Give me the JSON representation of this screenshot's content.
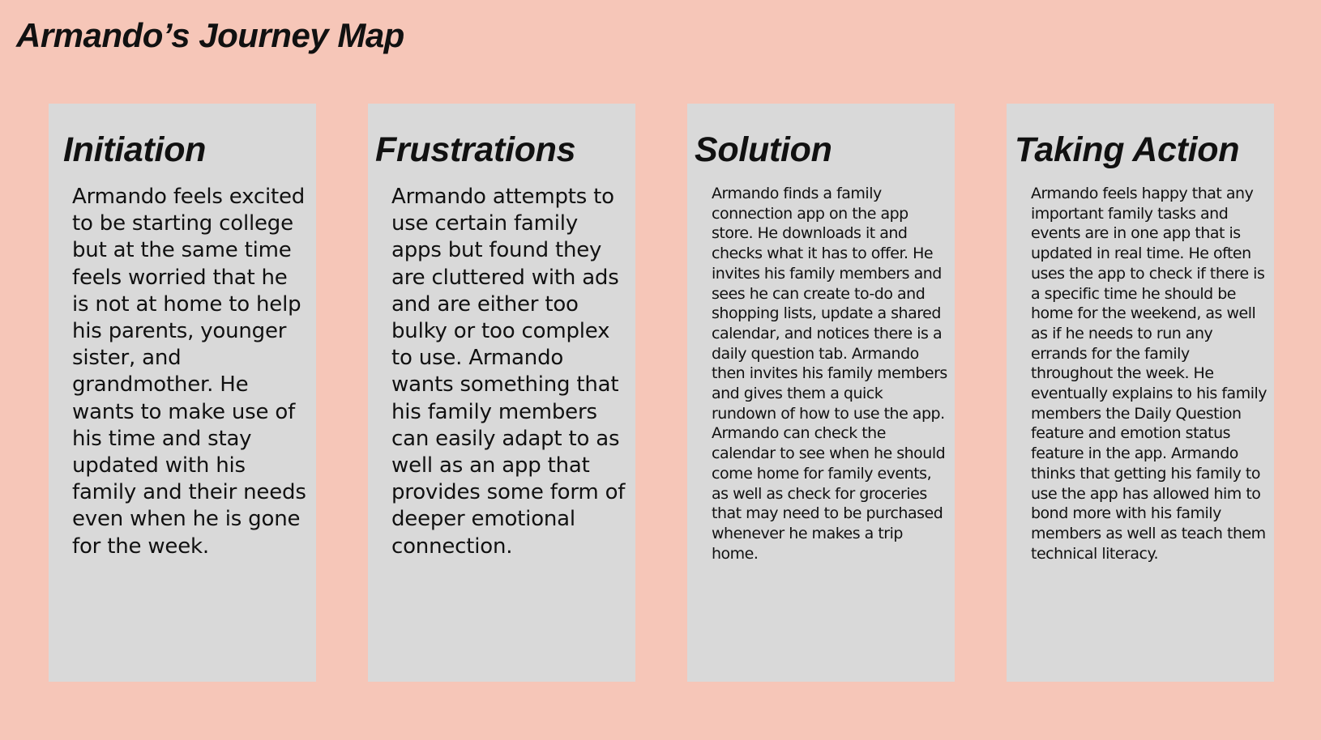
{
  "page": {
    "title": "Armando’s Journey Map"
  },
  "stages": [
    {
      "heading": "Initiation",
      "text": "Armando feels excited to be starting college but at the same time feels worried that he is not at home to help his parents, younger sister, and grandmother. He wants to make use of his time and stay updated with his family and their needs even when he is gone for the week."
    },
    {
      "heading": "Frustrations",
      "text": "Armando attempts to use certain family apps but found they are cluttered with ads and are either too bulky or too complex to use. Armando wants something that his family members can easily adapt to as well as an app that provides some form of deeper emotional connection."
    },
    {
      "heading": "Solution",
      "text": "Armando finds a family connection app on the app store. He downloads it and checks what it has to offer. He invites his family members and sees he can create to-do and shopping lists, update a shared calendar, and notices there is a daily question tab. Armando then invites his family members and gives them a quick rundown of how to use the app. Armando can check the calendar to see when he should come home for family events, as well as check for groceries that may need to be purchased whenever he makes a trip home."
    },
    {
      "heading": "Taking Action",
      "text": "Armando feels happy that any important family tasks and events are in one app that is updated in real time. He often uses the app to check if there is a specific time he should be home for the weekend, as well as if he needs to run any errands for the family throughout the week. He eventually explains to his family members the Daily Question feature and emotion status feature in the app. Armando thinks that getting his family to use the app has allowed him to bond more with his family members as well as teach them technical literacy."
    }
  ],
  "colors": {
    "background": "#f6c6b8",
    "card": "#d9d9d9",
    "text": "#111111"
  }
}
